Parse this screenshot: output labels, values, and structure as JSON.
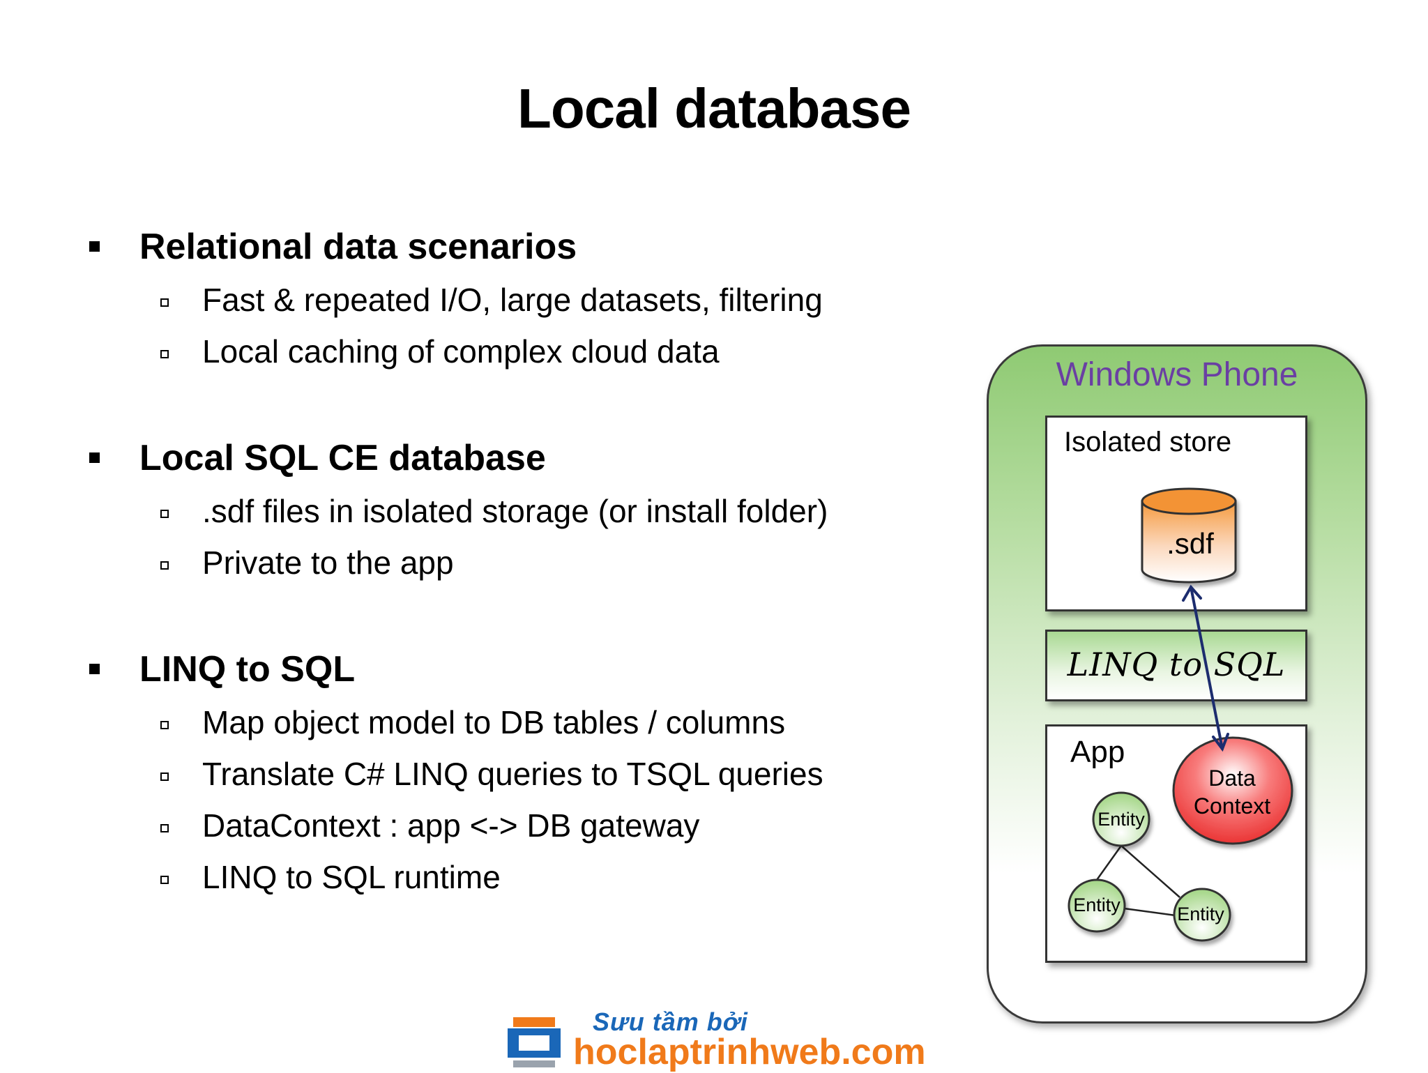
{
  "title": "Local database",
  "sections": [
    {
      "heading": "Relational data scenarios",
      "items": [
        "Fast & repeated I/O, large datasets, filtering",
        "Local caching of complex cloud data"
      ]
    },
    {
      "heading": "Local SQL CE database",
      "items": [
        ".sdf files in isolated storage (or install folder)",
        "Private to the app"
      ]
    },
    {
      "heading": "LINQ to SQL",
      "items": [
        "Map object model to DB tables / columns",
        "Translate C# LINQ queries to TSQL queries",
        "DataContext : app <-> DB gateway",
        "LINQ to SQL runtime"
      ]
    }
  ],
  "diagram": {
    "phone_label": "Windows Phone",
    "isolated_store_label": "Isolated store",
    "db_label": ".sdf",
    "linq_label": "LINQ to SQL",
    "app_label": "App",
    "datacontext_line1": "Data",
    "datacontext_line2": "Context",
    "entity_label": "Entity",
    "colors": {
      "phone_label": "#6a3fa3",
      "phone_fill": "#8fca73",
      "db_top": "#f6a04d",
      "datacontext_fill": "#f04848",
      "entity_fill": "#b9e0a0",
      "arrow": "#1c2c6e"
    }
  },
  "watermark": {
    "line1": "Sưu tầm bởi",
    "line2": "hoclaptrinhweb.com"
  }
}
